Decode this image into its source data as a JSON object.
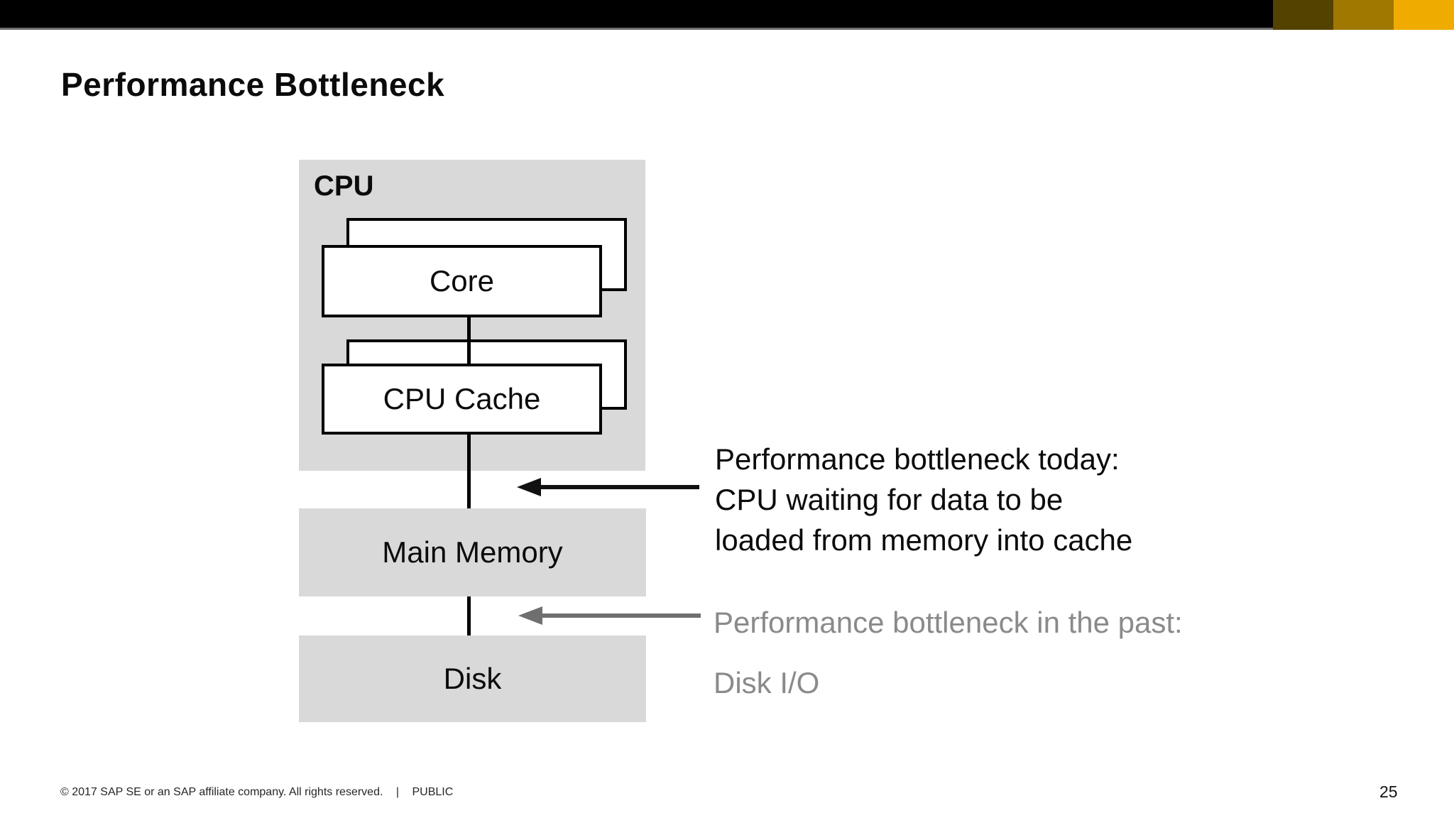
{
  "slide": {
    "title": "Performance Bottleneck",
    "page_number": "25",
    "footer": {
      "copyright": "© 2017 SAP SE or an SAP affiliate company. All rights reserved.",
      "separator": "|",
      "classification": "PUBLIC"
    }
  },
  "diagram": {
    "cpu_panel_label": "CPU",
    "core_label": "Core",
    "cache_label": "CPU Cache",
    "main_memory_label": "Main Memory",
    "disk_label": "Disk"
  },
  "annotations": {
    "today": {
      "lines": [
        "Performance bottleneck today:",
        "CPU waiting for data to be",
        "loaded from memory into cache"
      ]
    },
    "past": {
      "line1": "Performance bottleneck in the past:",
      "line2": "Disk I/O"
    }
  },
  "icons": {
    "today_arrow": "arrow-left-icon",
    "past_arrow": "arrow-left-icon"
  },
  "colors": {
    "accent-gold": "#f0ab00",
    "accent-gold-mid": "#a07800",
    "accent-gold-dark": "#544200",
    "top-bar": "#000000",
    "top-bar-underline": "#6e6e6e",
    "panel-gray": "#d9d9d9",
    "box-border": "#000000",
    "arrow-black": "#111111",
    "muted-gray": "#6f6f6f",
    "text-gray": "#8a8a8a",
    "text-black": "#0b0b0b"
  }
}
